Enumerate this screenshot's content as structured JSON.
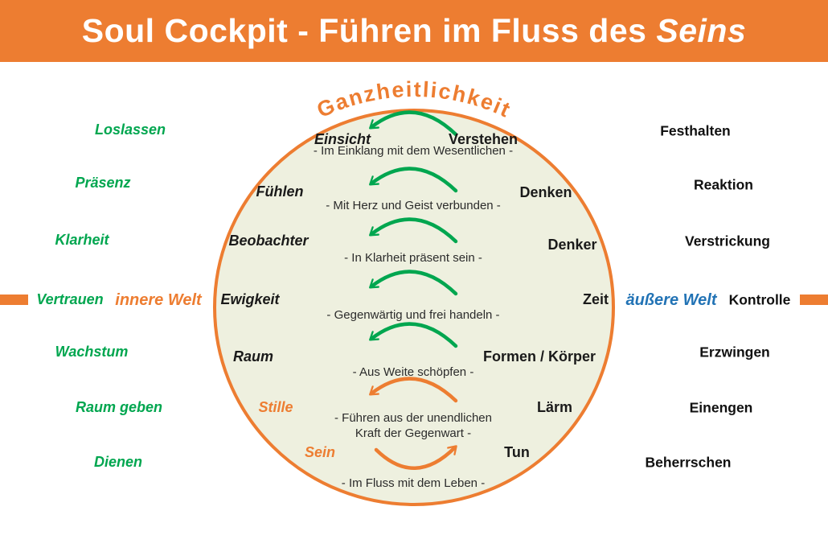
{
  "header": {
    "title_main": "Soul Cockpit - Führen im Fluss des",
    "title_accent": "Seins"
  },
  "top_label": "Ganzheitlichkeit",
  "axis": {
    "inner_label": "innere Welt",
    "outer_label": "äußere Welt"
  },
  "rows": [
    {
      "outer_left": "Loslassen",
      "inner_left": "Einsicht",
      "inner_right": "Verstehen",
      "outer_right": "Festhalten",
      "caption": "- Im Einklang mit dem Wesentlichen -"
    },
    {
      "outer_left": "Präsenz",
      "inner_left": "Fühlen",
      "inner_right": "Denken",
      "outer_right": "Reaktion",
      "caption": "- Mit Herz und Geist verbunden -"
    },
    {
      "outer_left": "Klarheit",
      "inner_left": "Beobachter",
      "inner_right": "Denker",
      "outer_right": "Verstrickung",
      "caption": "- In Klarheit präsent sein -"
    },
    {
      "outer_left": "Vertrauen",
      "inner_left": "Ewigkeit",
      "inner_right": "Zeit",
      "outer_right": "Kontrolle",
      "caption": "- Gegenwärtig und frei handeln -"
    },
    {
      "outer_left": "Wachstum",
      "inner_left": "Raum",
      "inner_right": "Formen / Körper",
      "outer_right": "Erzwingen",
      "caption": "- Aus Weite schöpfen -"
    },
    {
      "outer_left": "Raum geben",
      "inner_left": "Stille",
      "inner_right": "Lärm",
      "outer_right": "Einengen",
      "caption": "- Führen aus der unendlichen Kraft der Gegenwart -"
    },
    {
      "outer_left": "Dienen",
      "inner_left": "Sein",
      "inner_right": "Tun",
      "outer_right": "Beherrschen",
      "caption": "- Im Fluss mit dem Leben -"
    }
  ],
  "colors": {
    "orange": "#ED7D31",
    "green": "#00A64F",
    "blue": "#2273B5",
    "circle_fill": "#EEF0DF",
    "text_dark": "#1A1A1A",
    "header_text": "#FFFFFF"
  }
}
